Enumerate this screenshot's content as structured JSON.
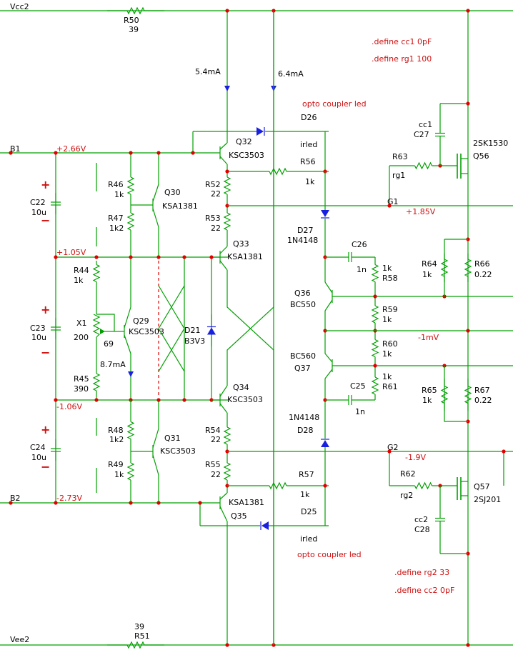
{
  "colors": {
    "wire": "#00a000",
    "node": "#e00000",
    "text": "#000000",
    "annot": "#d01010",
    "arrow": "#1a20e0",
    "dash": "#e00000"
  },
  "rails": {
    "vcc2": "Vcc2",
    "vee2": "Vee2",
    "b1": "B1",
    "b2": "B2",
    "g1": "G1",
    "g2": "G2"
  },
  "resistors": {
    "r50": {
      "name": "R50",
      "value": "39"
    },
    "r51": {
      "name": "R51",
      "value": "39"
    },
    "r46": {
      "name": "R46",
      "value": "1k"
    },
    "r47": {
      "name": "R47",
      "value": "1k2"
    },
    "r44": {
      "name": "R44",
      "value": "1k"
    },
    "r45": {
      "name": "R45",
      "value": "390"
    },
    "r48": {
      "name": "R48",
      "value": "1k2"
    },
    "r49": {
      "name": "R49",
      "value": "1k"
    },
    "r52": {
      "name": "R52",
      "value": "22"
    },
    "r53": {
      "name": "R53",
      "value": "22"
    },
    "r54": {
      "name": "R54",
      "value": "22"
    },
    "r55": {
      "name": "R55",
      "value": "22"
    },
    "r56": {
      "name": "R56",
      "value": "1k"
    },
    "r57": {
      "name": "R57",
      "value": "1k"
    },
    "r58": {
      "name": "R58",
      "value": "1k"
    },
    "r59": {
      "name": "R59",
      "value": "1k"
    },
    "r60": {
      "name": "R60",
      "value": "1k"
    },
    "r61": {
      "name": "R61",
      "value": "1k"
    },
    "r62": {
      "name": "R62",
      "value": "rg2"
    },
    "r63": {
      "name": "R63",
      "value": "rg1"
    },
    "r64": {
      "name": "R64",
      "value": "1k"
    },
    "r65": {
      "name": "R65",
      "value": "1k"
    },
    "r66": {
      "name": "R66",
      "value": "0.22"
    },
    "r67": {
      "name": "R67",
      "value": "0.22"
    }
  },
  "capacitors": {
    "c22": {
      "name": "C22",
      "value": "10u"
    },
    "c23": {
      "name": "C23",
      "value": "10u"
    },
    "c24": {
      "name": "C24",
      "value": "10u"
    },
    "c25": {
      "name": "C25",
      "value": "1n"
    },
    "c26": {
      "name": "C26",
      "value": "1n"
    },
    "c27": {
      "name": "C27",
      "value": "cc1"
    },
    "c28": {
      "name": "C28",
      "value": "cc2"
    }
  },
  "pot": {
    "name": "X1",
    "value": "200",
    "wiper": "69"
  },
  "transistors": {
    "q29": {
      "name": "Q29",
      "part": "KSC3503"
    },
    "q30": {
      "name": "Q30",
      "part": "KSA1381"
    },
    "q31": {
      "name": "Q31",
      "part": "KSC3503"
    },
    "q32": {
      "name": "Q32",
      "part": "KSC3503"
    },
    "q33": {
      "name": "Q33",
      "part": "KSA1381"
    },
    "q34": {
      "name": "Q34",
      "part": "KSC3503"
    },
    "q35": {
      "name": "Q35",
      "part": "KSA1381"
    },
    "q36": {
      "name": "Q36",
      "part": "BC550"
    },
    "q37": {
      "name": "Q37",
      "part": "BC560"
    },
    "q56": {
      "name": "Q56",
      "part": "2SK1530"
    },
    "q57": {
      "name": "Q57",
      "part": "2SJ201"
    }
  },
  "diodes": {
    "d21": {
      "name": "D21",
      "part": "B3V3"
    },
    "d25": {
      "name": "D25",
      "part": "irled"
    },
    "d26": {
      "name": "D26",
      "part": "irled"
    },
    "d27": {
      "name": "D27",
      "part": "1N4148"
    },
    "d28": {
      "name": "D28",
      "part": "1N4148"
    }
  },
  "voltages": {
    "b1": "+2.66V",
    "n105": "+1.05V",
    "n106": "-1.06V",
    "b2": "-2.73V",
    "g1": "+1.85V",
    "g2": "-1.9V",
    "mid": "-1mV"
  },
  "currents": {
    "i1": "5.4mA",
    "i2": "6.4mA",
    "i3": "8.7mA"
  },
  "notes": {
    "opto_top": "opto coupler led",
    "opto_bot": "opto coupler led",
    "def_cc1": ".define cc1 0pF",
    "def_rg1": ".define rg1 100",
    "def_rg2": ".define rg2 33",
    "def_cc2": ".define cc2 0pF"
  },
  "polarity": {
    "plus": "+",
    "minus": "−"
  }
}
